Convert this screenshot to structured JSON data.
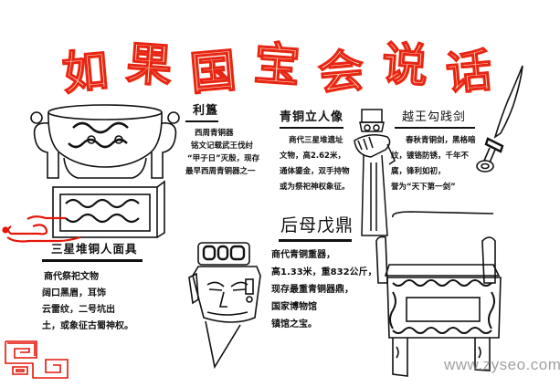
{
  "poster": {
    "title_chars": [
      "如",
      "果",
      "国",
      "宝",
      "会",
      "说",
      "话"
    ],
    "title": "如果国宝会说话",
    "colors": {
      "title_stroke": "#e82515",
      "title_fill": "#fbe3c2",
      "ink": "#111111",
      "accent_red": "#e3170a",
      "watermark": "#828282"
    }
  },
  "blocks": {
    "ligui": {
      "heading": "利簋",
      "lines": [
        "西周青铜器",
        "铭文记载武王伐纣",
        "“甲子日”灭殷，现存",
        "最早西周青铜器之一"
      ]
    },
    "bronze_figure": {
      "heading": "青铜立人像",
      "lines": [
        "商代三星堆遗址",
        "文物，高2.62米，",
        "通体鎏金，双手持物",
        "或为祭祀神权象征。"
      ]
    },
    "goujian_sword": {
      "heading": "越王勾践剑",
      "lines": [
        "春秋青铜剑，黑格暗",
        "纹，镀铬防锈，千年不",
        "腐，锋利如初，",
        "誉为“天下第一剑”"
      ]
    },
    "houmuwu_ding": {
      "heading": "后母戊鼎",
      "lines": [
        "商代青铜重器，",
        "高1.33米，重832公斤，",
        "现存最重青铜器鼎，",
        "国家博物馆",
        "镇馆之宝。"
      ]
    },
    "sanxingdui_mask": {
      "heading": "三星堆铜人面具",
      "lines": [
        "商代祭祀文物",
        "阔口黑眉，耳饰",
        "云雷纹，二号坑出",
        "土，或象征古蜀神权。"
      ]
    }
  },
  "illustrations": {
    "ligui_vessel": "利簋 bronze vessel drawing",
    "bronze_figure": "青铜立人像 drawing",
    "sword": "越王勾践剑 drawing",
    "mask": "三星堆铜人面具 drawing",
    "ding": "后母戊鼎 drawing"
  },
  "watermark": "www.zyseo.com"
}
